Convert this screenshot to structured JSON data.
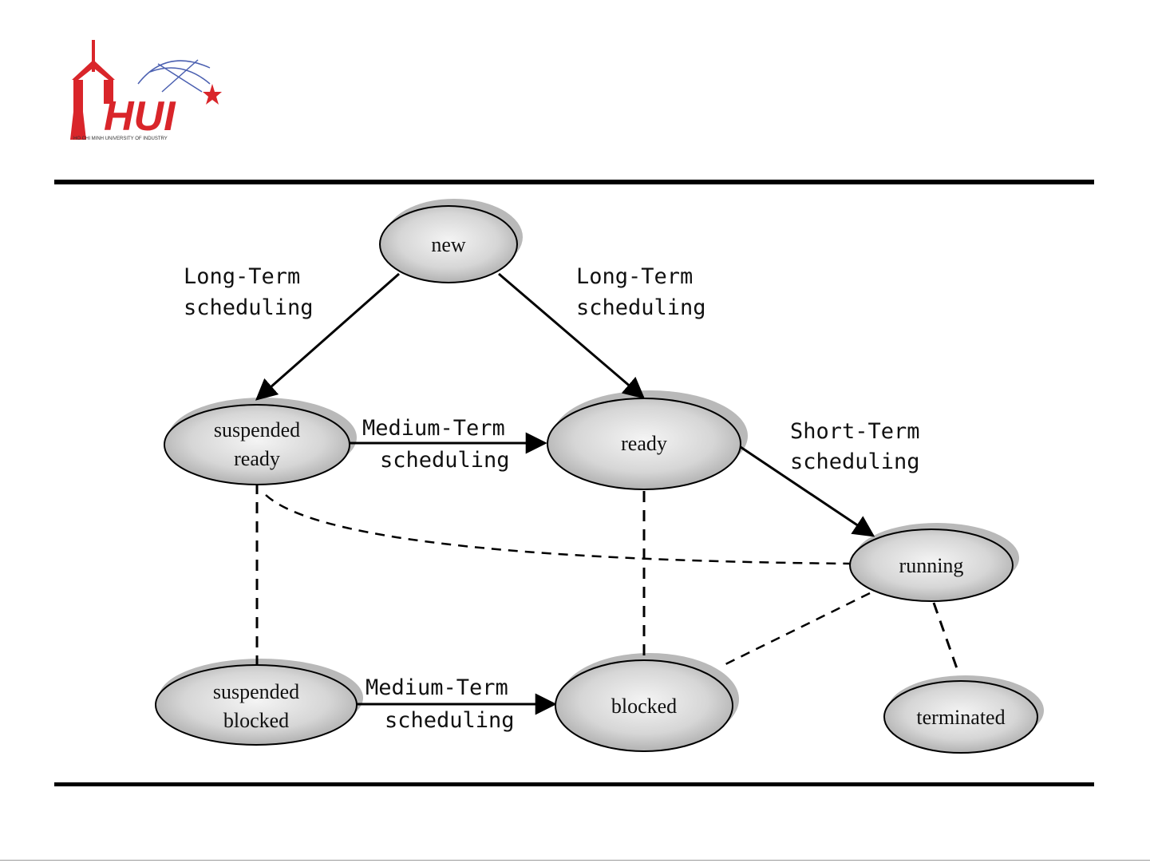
{
  "logo": {
    "letters": "HUI",
    "caption": "HO CHI MINH UNIVERSITY OF INDUSTRY",
    "color": "#d9252a",
    "globe_color": "#4a5fb0"
  },
  "diagram": {
    "states": {
      "new": "new",
      "suspended_ready": [
        "suspended",
        "ready"
      ],
      "ready": "ready",
      "running": "running",
      "suspended_blocked": [
        "suspended",
        "blocked"
      ],
      "blocked": "blocked",
      "terminated": "terminated"
    },
    "edges": {
      "new_to_suspended_ready": [
        "Long-Term",
        "scheduling"
      ],
      "new_to_ready": [
        "Long-Term",
        "scheduling"
      ],
      "suspended_ready_to_ready": [
        "Medium-Term",
        "scheduling"
      ],
      "ready_to_running": [
        "Short-Term",
        "scheduling"
      ],
      "suspended_blocked_to_blocked": [
        "Medium-Term",
        "scheduling"
      ]
    }
  }
}
